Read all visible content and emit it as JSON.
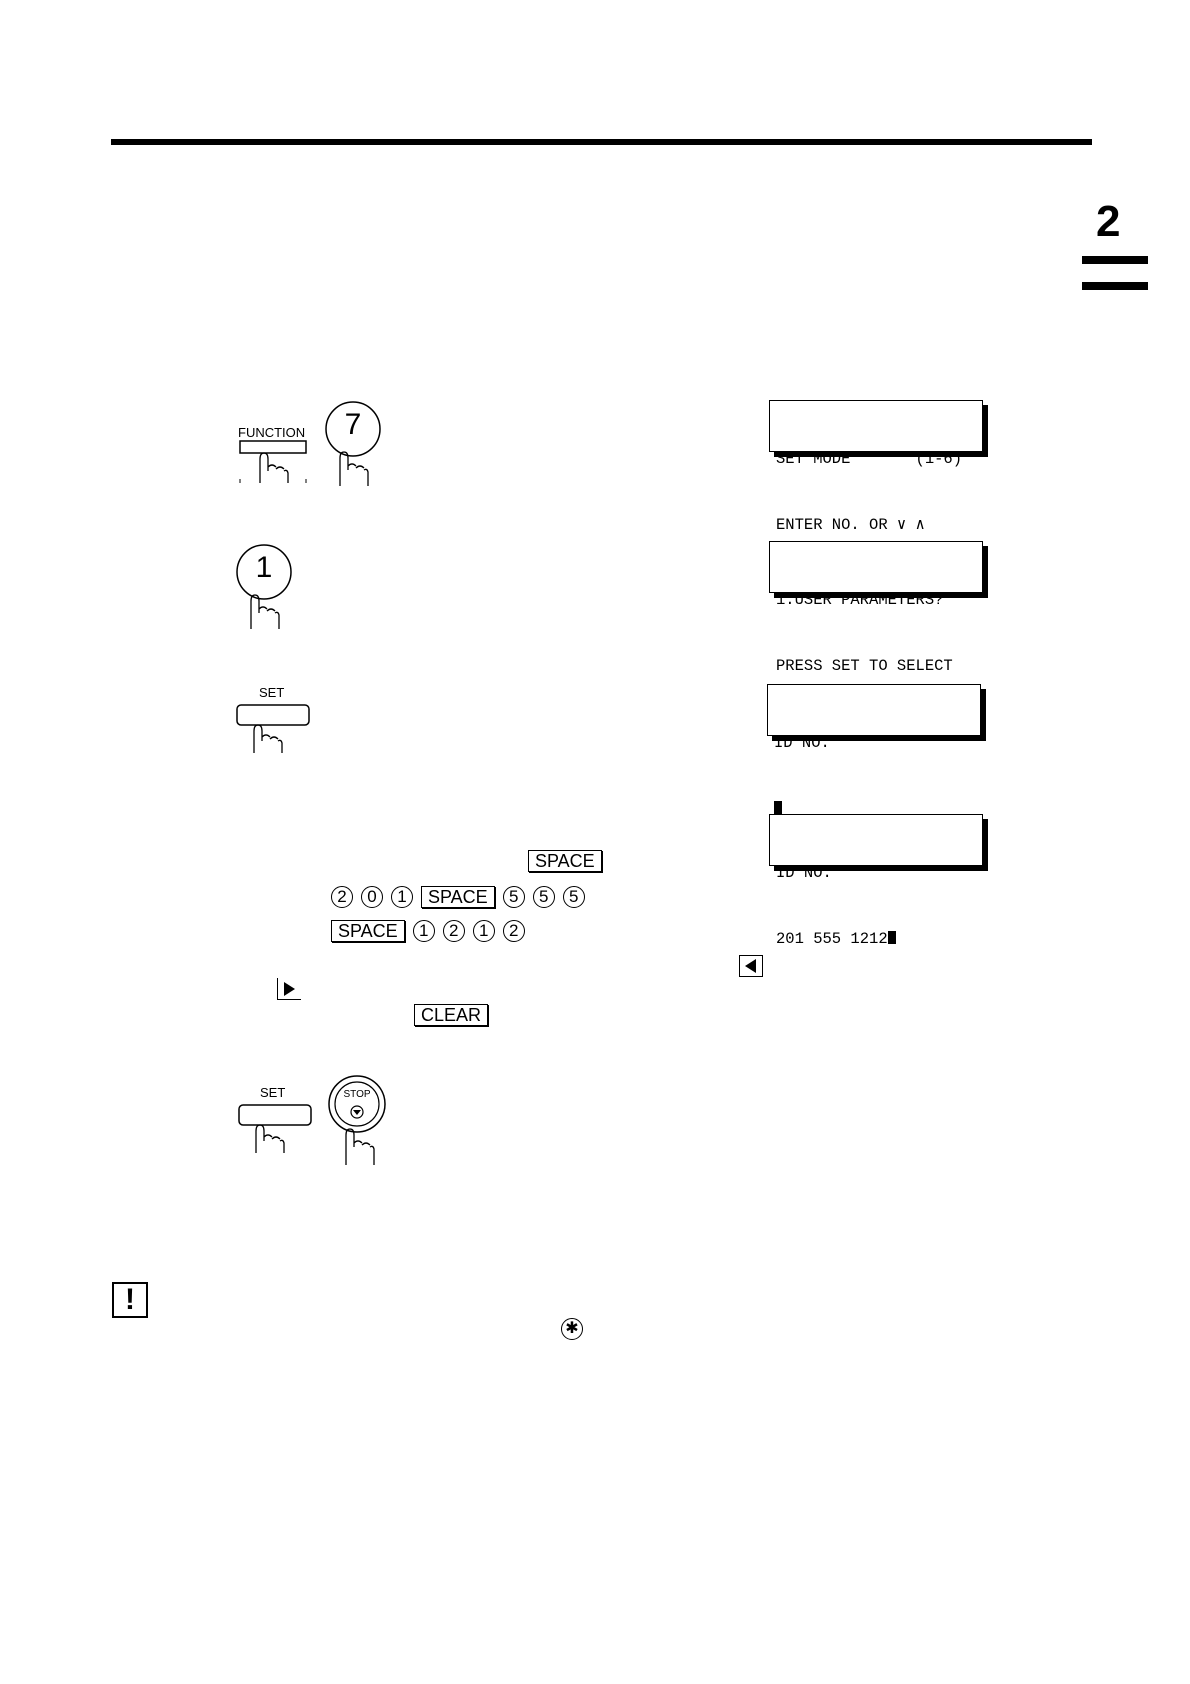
{
  "chapter_number": "2",
  "steps": {
    "s1": {
      "key_label": "FUNCTION",
      "digit": "7"
    },
    "s2": {
      "digit": "1"
    },
    "s3": {
      "key_label": "SET"
    },
    "s4": {
      "space_key": "SPACE",
      "seq1": [
        "2",
        "0",
        "1",
        "SPACE",
        "5",
        "5",
        "5"
      ],
      "seq2": [
        "SPACE",
        "1",
        "2",
        "1",
        "2"
      ],
      "clear_key": "CLEAR"
    },
    "s5": {
      "key_label": "SET",
      "stop_label": "STOP"
    }
  },
  "displays": {
    "d1": {
      "line1": "SET MODE       (1-6)",
      "line2": "ENTER NO. OR ∨ ∧"
    },
    "d2": {
      "line1": "1:USER PARAMETERS?",
      "line2": "PRESS SET TO SELECT"
    },
    "d3": {
      "line1": "ID NO.",
      "line2": ""
    },
    "d4": {
      "line1": "ID NO.",
      "line2": "201 555 1212"
    }
  },
  "icons": {
    "warning": "exclamation-box-icon",
    "star": "star-key-icon",
    "left": "left-arrow-key-icon",
    "right": "right-arrow-key-icon"
  },
  "note_icon_text": "!",
  "star_symbol": "✱"
}
